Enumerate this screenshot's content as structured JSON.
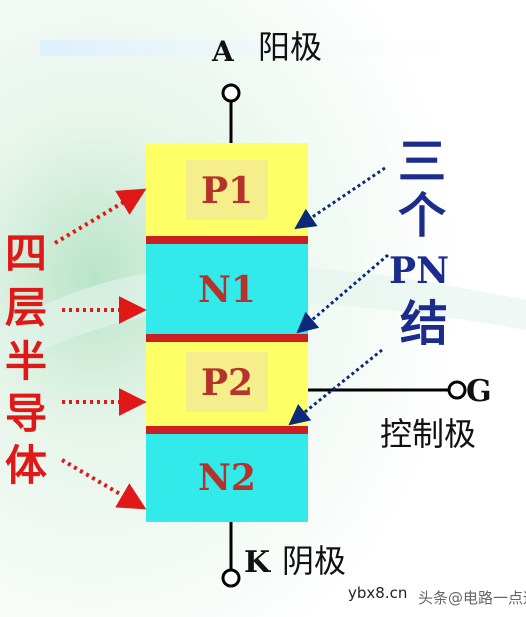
{
  "terminals": {
    "anode_letter": "A",
    "anode_name": "阳极",
    "cathode_letter": "K",
    "cathode_name": "阴极",
    "gate_letter": "G",
    "gate_name": "控制极"
  },
  "layers": [
    {
      "label": "P1",
      "type": "P"
    },
    {
      "label": "N1",
      "type": "N"
    },
    {
      "label": "P2",
      "type": "P"
    },
    {
      "label": "N2",
      "type": "N"
    }
  ],
  "left_label": [
    "四",
    "层",
    "半",
    "导",
    "体"
  ],
  "right_label": {
    "line1": "三",
    "line2": "个",
    "line3": "PN",
    "line4": "结"
  },
  "watermark": {
    "site": "ybx8.cn",
    "account": "头条@电路一点通"
  },
  "colors": {
    "p_layer": "#ffff66",
    "p_inner": "#f6ee8a",
    "n_layer": "#33eaea",
    "junction": "#cc1f1f",
    "layer_text": "#b5332a",
    "left_text": "#e01818",
    "right_text": "#1c2c8c",
    "arrow": "#0d2a7a"
  }
}
